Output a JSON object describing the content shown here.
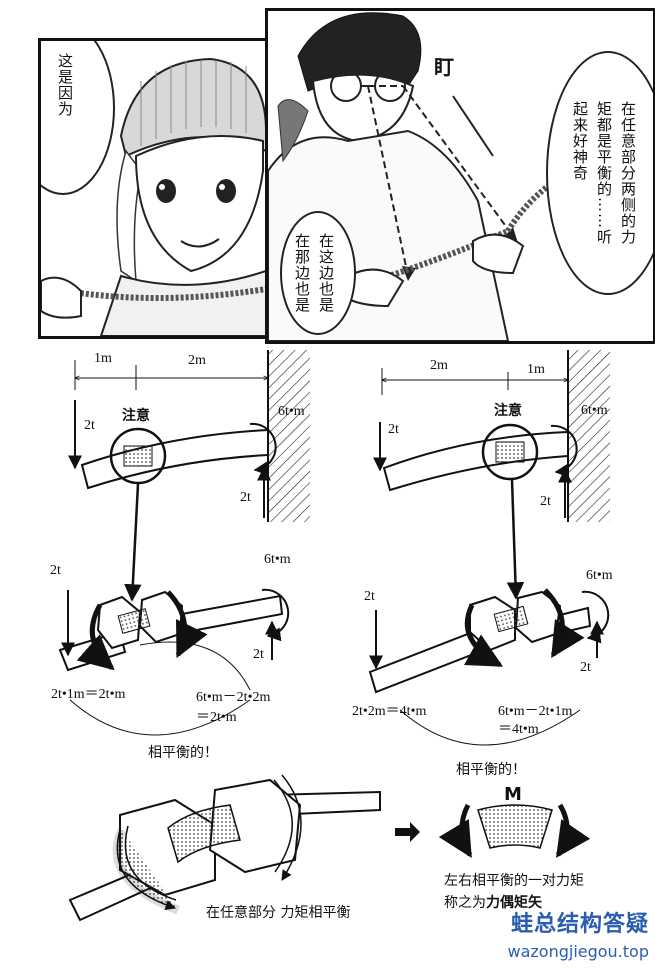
{
  "manga": {
    "left_bubble": "这是因为",
    "sfx": "盯",
    "right_bubble": "在任意部分两侧的力矩都是平衡的……听起来好神奇",
    "right_bubble_cols": [
      "在任意部分两侧的力",
      "矩都是平衡的……听",
      "起来好神奇"
    ],
    "center_bubble_cols": [
      "在这边也是",
      "在那边也是"
    ]
  },
  "diagram_left": {
    "dim_1": "1m",
    "dim_2": "2m",
    "force_top": "2t",
    "attention": "注意",
    "moment_top": "6t•m",
    "reaction_top": "2t",
    "force_mid": "2t",
    "moment_mid": "6t•m",
    "reaction_mid": "2t",
    "eq_left": "2t•1m＝2t•m",
    "eq_right_1": "6t•m－2t•2m",
    "eq_right_2": "＝2t•m",
    "balance": "相平衡的！"
  },
  "diagram_right": {
    "dim_1": "2m",
    "dim_2": "1m",
    "force_top": "2t",
    "attention": "注意",
    "moment_top": "6t•m",
    "reaction_top": "2t",
    "force_mid": "2t",
    "moment_mid": "6t•m",
    "reaction_mid": "2t",
    "eq_left": "2t•2m＝4t•m",
    "eq_right_1": "6t•m－2t•1m",
    "eq_right_2": "＝4t•m",
    "balance": "相平衡的！"
  },
  "bottom": {
    "caption_left": "在任意部分  力矩相平衡",
    "caption_right_1": "左右相平衡的一对力矩",
    "caption_right_2_pre": "称之为",
    "caption_right_2_bold": "力偶矩矢",
    "label_m": "M"
  },
  "watermark": {
    "cn": "蛙总结构答疑",
    "en": "wazongjiegou.top",
    "color": "#2a5db0"
  }
}
